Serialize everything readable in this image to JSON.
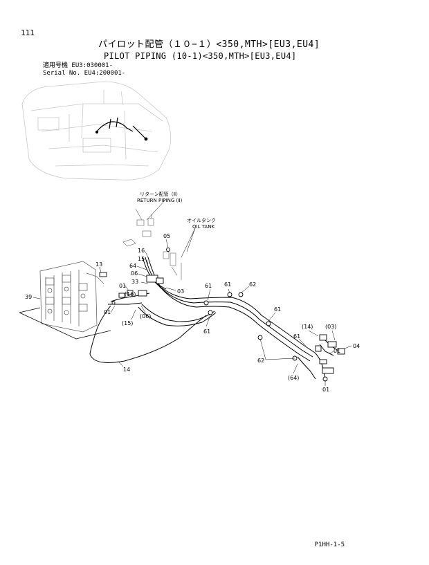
{
  "page_number": "111",
  "title_jp": "パイロット配管（１０−１）<350,MTH>[EU3,EU4]",
  "title_en": "PILOT PIPING (10-1)<350,MTH>[EU3,EU4]",
  "serial_line1": "適用号機  EU3:030001-",
  "serial_line2": "Serial No. EU4:200001-",
  "notes": {
    "return_jp": "リターン配管（Ⅱ）",
    "return_en": "RETURN PIPING (Ⅱ)",
    "tank_jp": "オイルタンク",
    "tank_en": "OIL TANK"
  },
  "labels": [
    "13",
    "39",
    "01",
    "(16)",
    "01",
    "(15)",
    "(06)",
    "16",
    "15",
    "64",
    "06",
    "33",
    "05",
    "03",
    "61",
    "62",
    "61",
    "61",
    "61",
    "(14)",
    "(03)",
    "61",
    "04",
    "01",
    "62",
    "(64)",
    "01",
    "14"
  ],
  "footer_code": "P1HH-1-5"
}
